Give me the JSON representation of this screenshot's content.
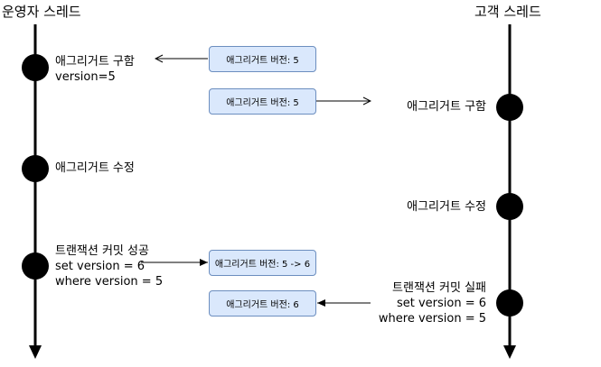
{
  "threads": {
    "operator": {
      "title": "운영자 스레드"
    },
    "customer": {
      "title": "고객 스레드"
    }
  },
  "operator_events": {
    "fetch": [
      "애그리거트 구함",
      "version=5"
    ],
    "modify": [
      "애그리거트 수정"
    ],
    "commit": [
      "트랜잭션 커밋 성공",
      "set version = 6",
      "where version = 5"
    ]
  },
  "customer_events": {
    "fetch": [
      "애그리거트 구함"
    ],
    "modify": [
      "애그리거트 수정"
    ],
    "commit": [
      "트랜잭션 커밋 실패",
      "set version = 6",
      "where version = 5"
    ]
  },
  "version_boxes": {
    "op_read": "애그리거트 버전: 5",
    "cust_read": "애그리거트 버전: 5",
    "op_write": "애그리거트 버전: 5 -> 6",
    "cust_check": "애그리거트 버전: 6"
  },
  "colors": {
    "box_fill": "#dae8fc",
    "box_border": "#6c8ebf",
    "line": "#000000"
  }
}
